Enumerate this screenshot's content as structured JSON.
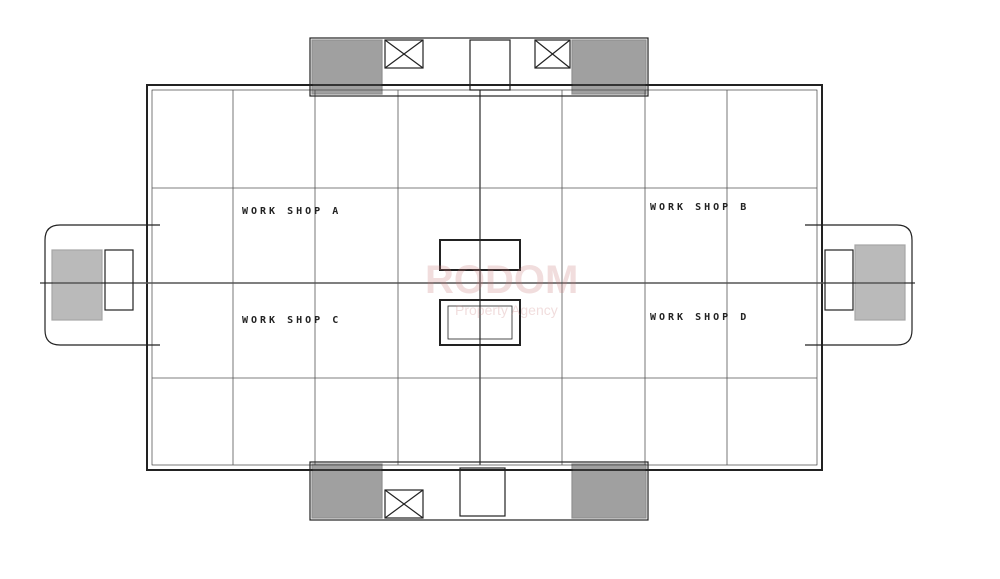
{
  "plan": {
    "workshops": [
      {
        "label": "WORK SHOP A"
      },
      {
        "label": "WORK SHOP B"
      },
      {
        "label": "WORK SHOP C"
      },
      {
        "label": "WORK SHOP D"
      }
    ],
    "watermark": {
      "main": "RODOM",
      "sub": "Property Agency"
    }
  }
}
